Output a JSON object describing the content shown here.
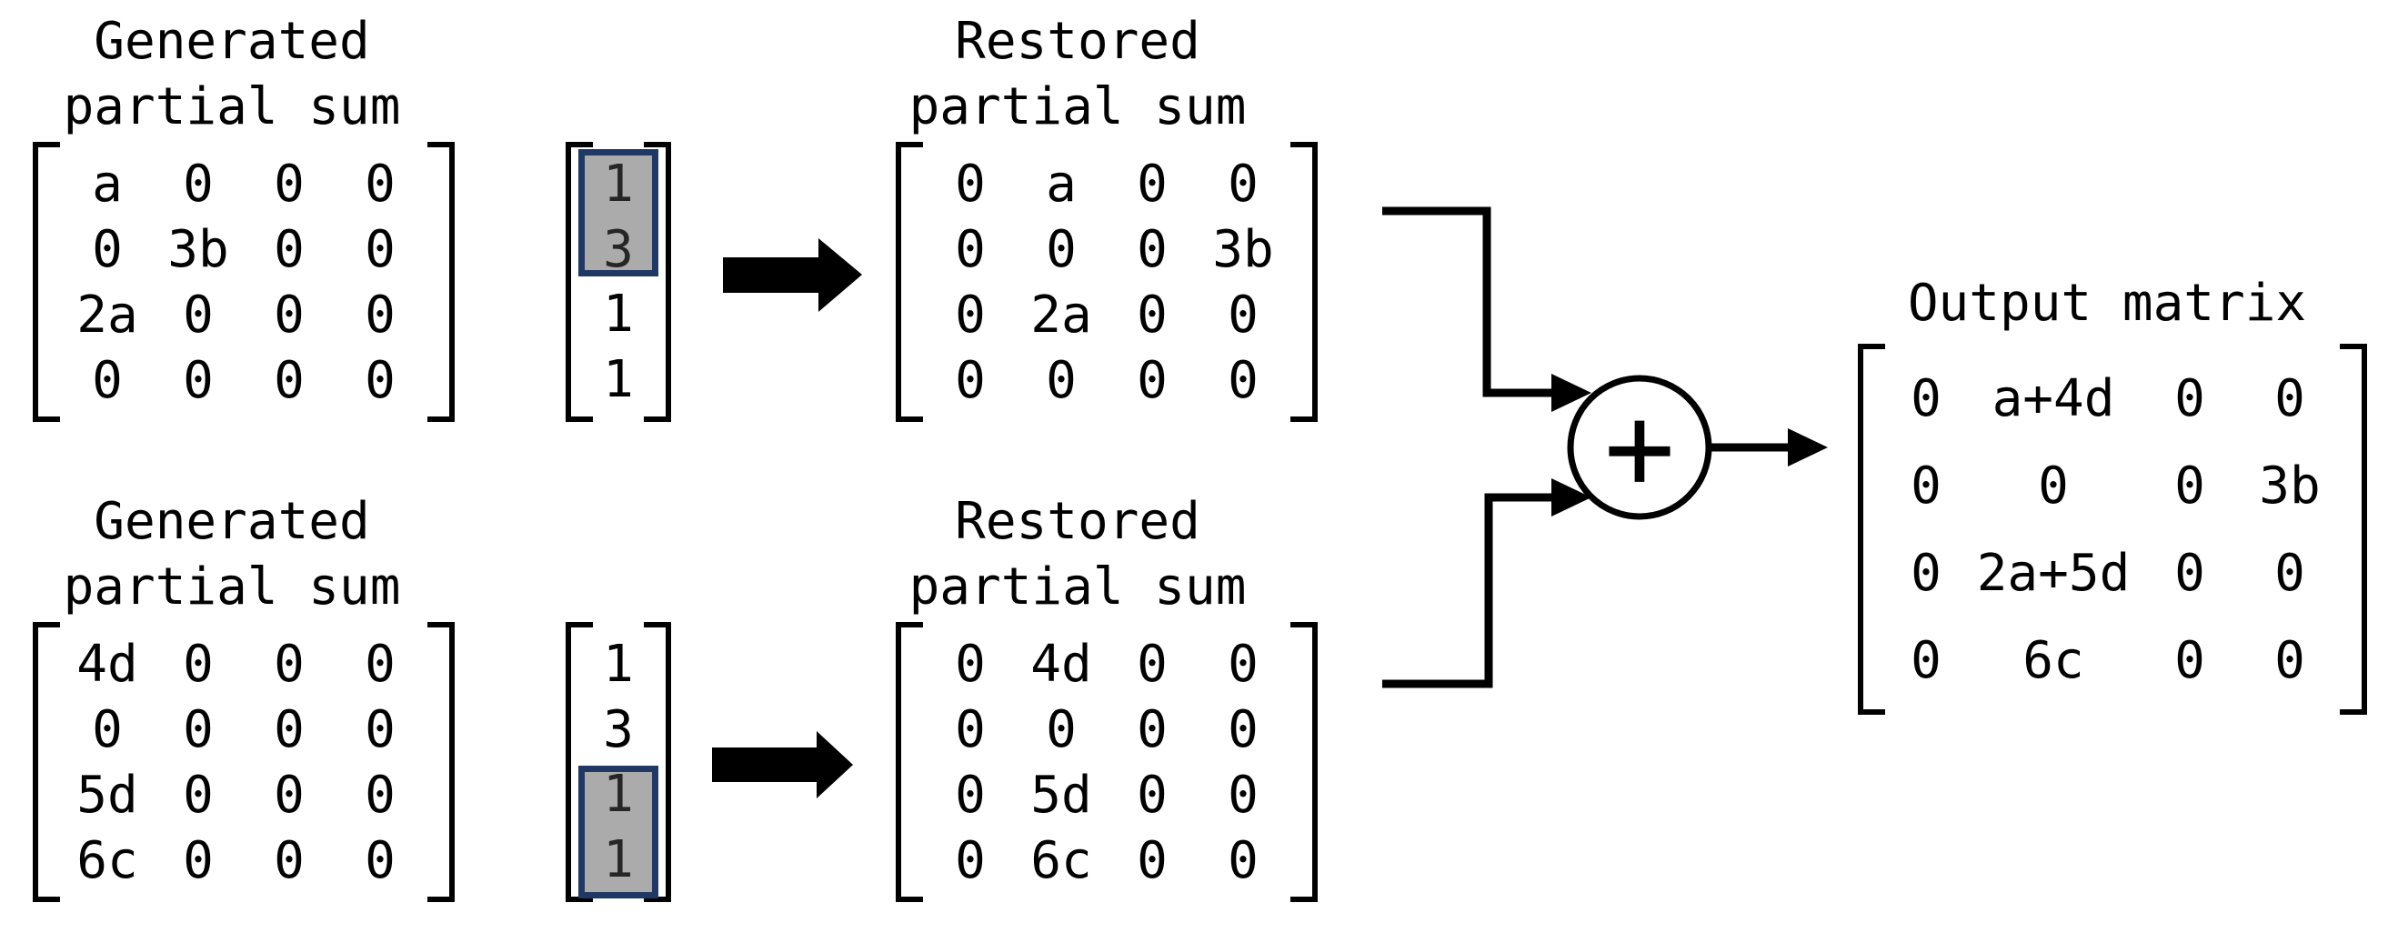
{
  "colors": {
    "ink": "#000000",
    "highlight_fill": "#ababab",
    "highlight_border": "#1f3864"
  },
  "g0": {
    "generated": {
      "title": "Generated\npartial sum",
      "rows": [
        [
          "a",
          "0",
          "0",
          "0"
        ],
        [
          "0",
          "3b",
          "0",
          "0"
        ],
        [
          "2a",
          "0",
          "0",
          "0"
        ],
        [
          "0",
          "0",
          "0",
          "0"
        ]
      ]
    },
    "vector": {
      "values": [
        "1",
        "3",
        "1",
        "1"
      ],
      "highlight_rows": [
        0,
        1
      ]
    },
    "restored": {
      "title": "Restored\npartial sum",
      "rows": [
        [
          "0",
          "a",
          "0",
          "0"
        ],
        [
          "0",
          "0",
          "0",
          "3b"
        ],
        [
          "0",
          "2a",
          "0",
          "0"
        ],
        [
          "0",
          "0",
          "0",
          "0"
        ]
      ]
    }
  },
  "g1": {
    "generated": {
      "title": "Generated\npartial sum",
      "rows": [
        [
          "4d",
          "0",
          "0",
          "0"
        ],
        [
          "0",
          "0",
          "0",
          "0"
        ],
        [
          "5d",
          "0",
          "0",
          "0"
        ],
        [
          "6c",
          "0",
          "0",
          "0"
        ]
      ]
    },
    "vector": {
      "values": [
        "1",
        "3",
        "1",
        "1"
      ],
      "highlight_rows": [
        2,
        3
      ]
    },
    "restored": {
      "title": "Restored\npartial sum",
      "rows": [
        [
          "0",
          "4d",
          "0",
          "0"
        ],
        [
          "0",
          "0",
          "0",
          "0"
        ],
        [
          "0",
          "5d",
          "0",
          "0"
        ],
        [
          "0",
          "6c",
          "0",
          "0"
        ]
      ]
    }
  },
  "adder": {
    "symbol": "+"
  },
  "output": {
    "title": "Output matrix",
    "rows": [
      [
        "0",
        "a+4d",
        "0",
        "0"
      ],
      [
        "0",
        "0",
        "0",
        "3b"
      ],
      [
        "0",
        "2a+5d",
        "0",
        "0"
      ],
      [
        "0",
        "6c",
        "0",
        "0"
      ]
    ]
  }
}
